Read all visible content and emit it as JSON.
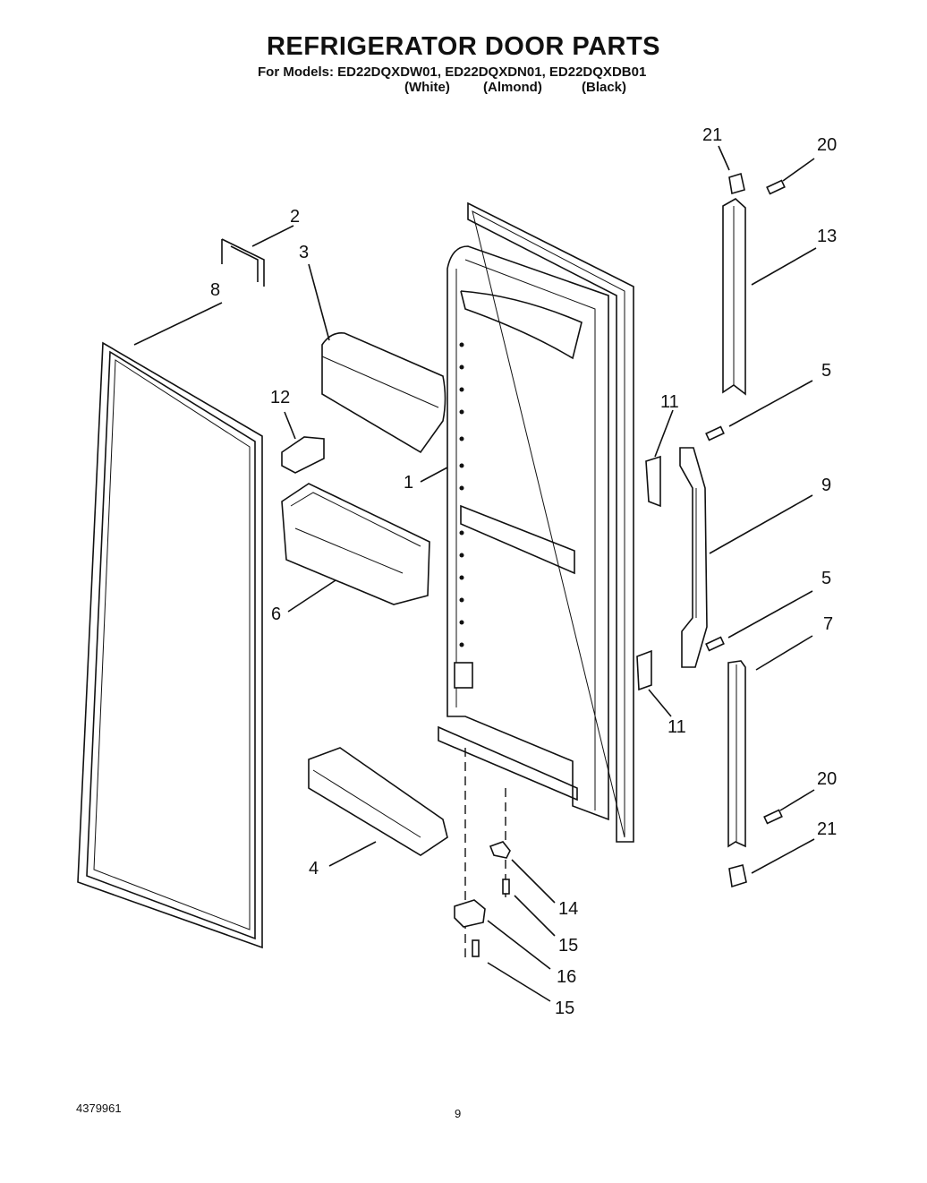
{
  "header": {
    "title": "REFRIGERATOR DOOR PARTS",
    "models_line": "For Models: ED22DQXDW01, ED22DQXDN01, ED22DQXDB01",
    "variants": [
      "(White)",
      "(Almond)",
      "(Black)"
    ]
  },
  "callouts": {
    "c1": "1",
    "c2": "2",
    "c3": "3",
    "c4": "4",
    "c5a": "5",
    "c5b": "5",
    "c6": "6",
    "c7": "7",
    "c8": "8",
    "c9": "9",
    "c11a": "11",
    "c11b": "11",
    "c12": "12",
    "c13": "13",
    "c14": "14",
    "c15a": "15",
    "c15b": "15",
    "c16": "16",
    "c20a": "20",
    "c20b": "20",
    "c21a": "21",
    "c21b": "21"
  },
  "footer": {
    "doc_number": "4379961",
    "page_number": "9"
  }
}
